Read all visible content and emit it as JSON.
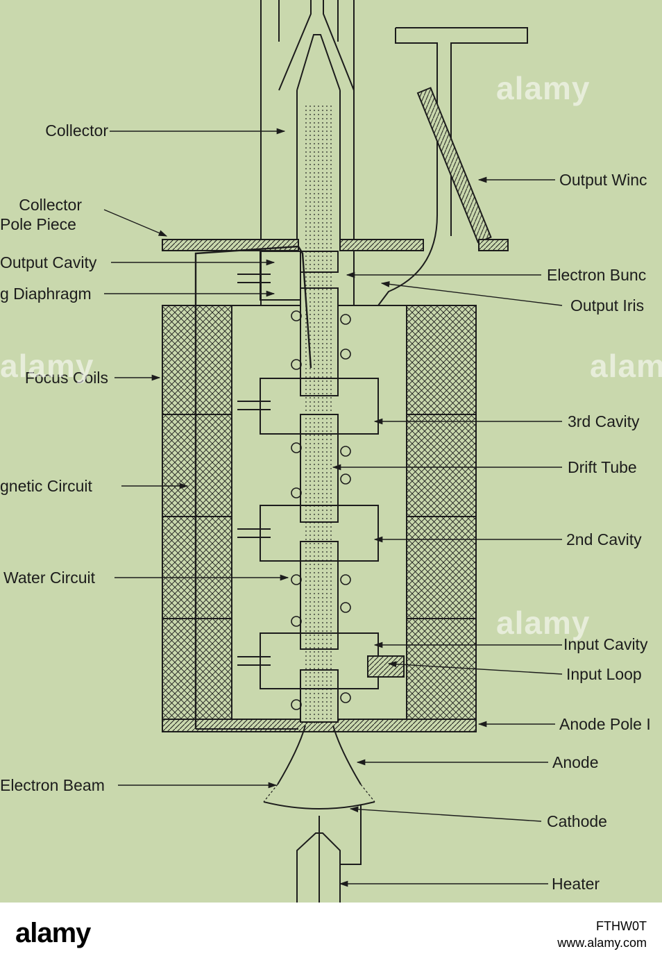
{
  "diagram": {
    "labels": {
      "collector": "Collector",
      "collector_pole_piece_1": "Collector",
      "collector_pole_piece_2": "Pole Piece",
      "output_cavity": "Output Cavity",
      "diaphragm": "g Diaphragm",
      "focus_coils": "Focus Coils",
      "magnetic_circuit": "gnetic Circuit",
      "water_circuit": "Water Circuit",
      "electron_beam": "Electron Beam",
      "output_window": "Output Winc",
      "electron_bunch": "Electron Bunc",
      "output_iris": "Output Iris",
      "third_cavity": "3rd Cavity",
      "drift_tube": "Drift Tube",
      "second_cavity": "2nd Cavity",
      "input_cavity": "Input Cavity",
      "input_loop": "Input Loop",
      "anode_pole": "Anode Pole I",
      "anode": "Anode",
      "cathode": "Cathode",
      "heater": "Heater"
    },
    "colors": {
      "background": "#c9d8ad",
      "ink": "#1c1c1c"
    },
    "watermark": "alamy"
  },
  "footer": {
    "logo": "alamy",
    "image_id": "FTHW0T",
    "site": "www.alamy.com"
  }
}
